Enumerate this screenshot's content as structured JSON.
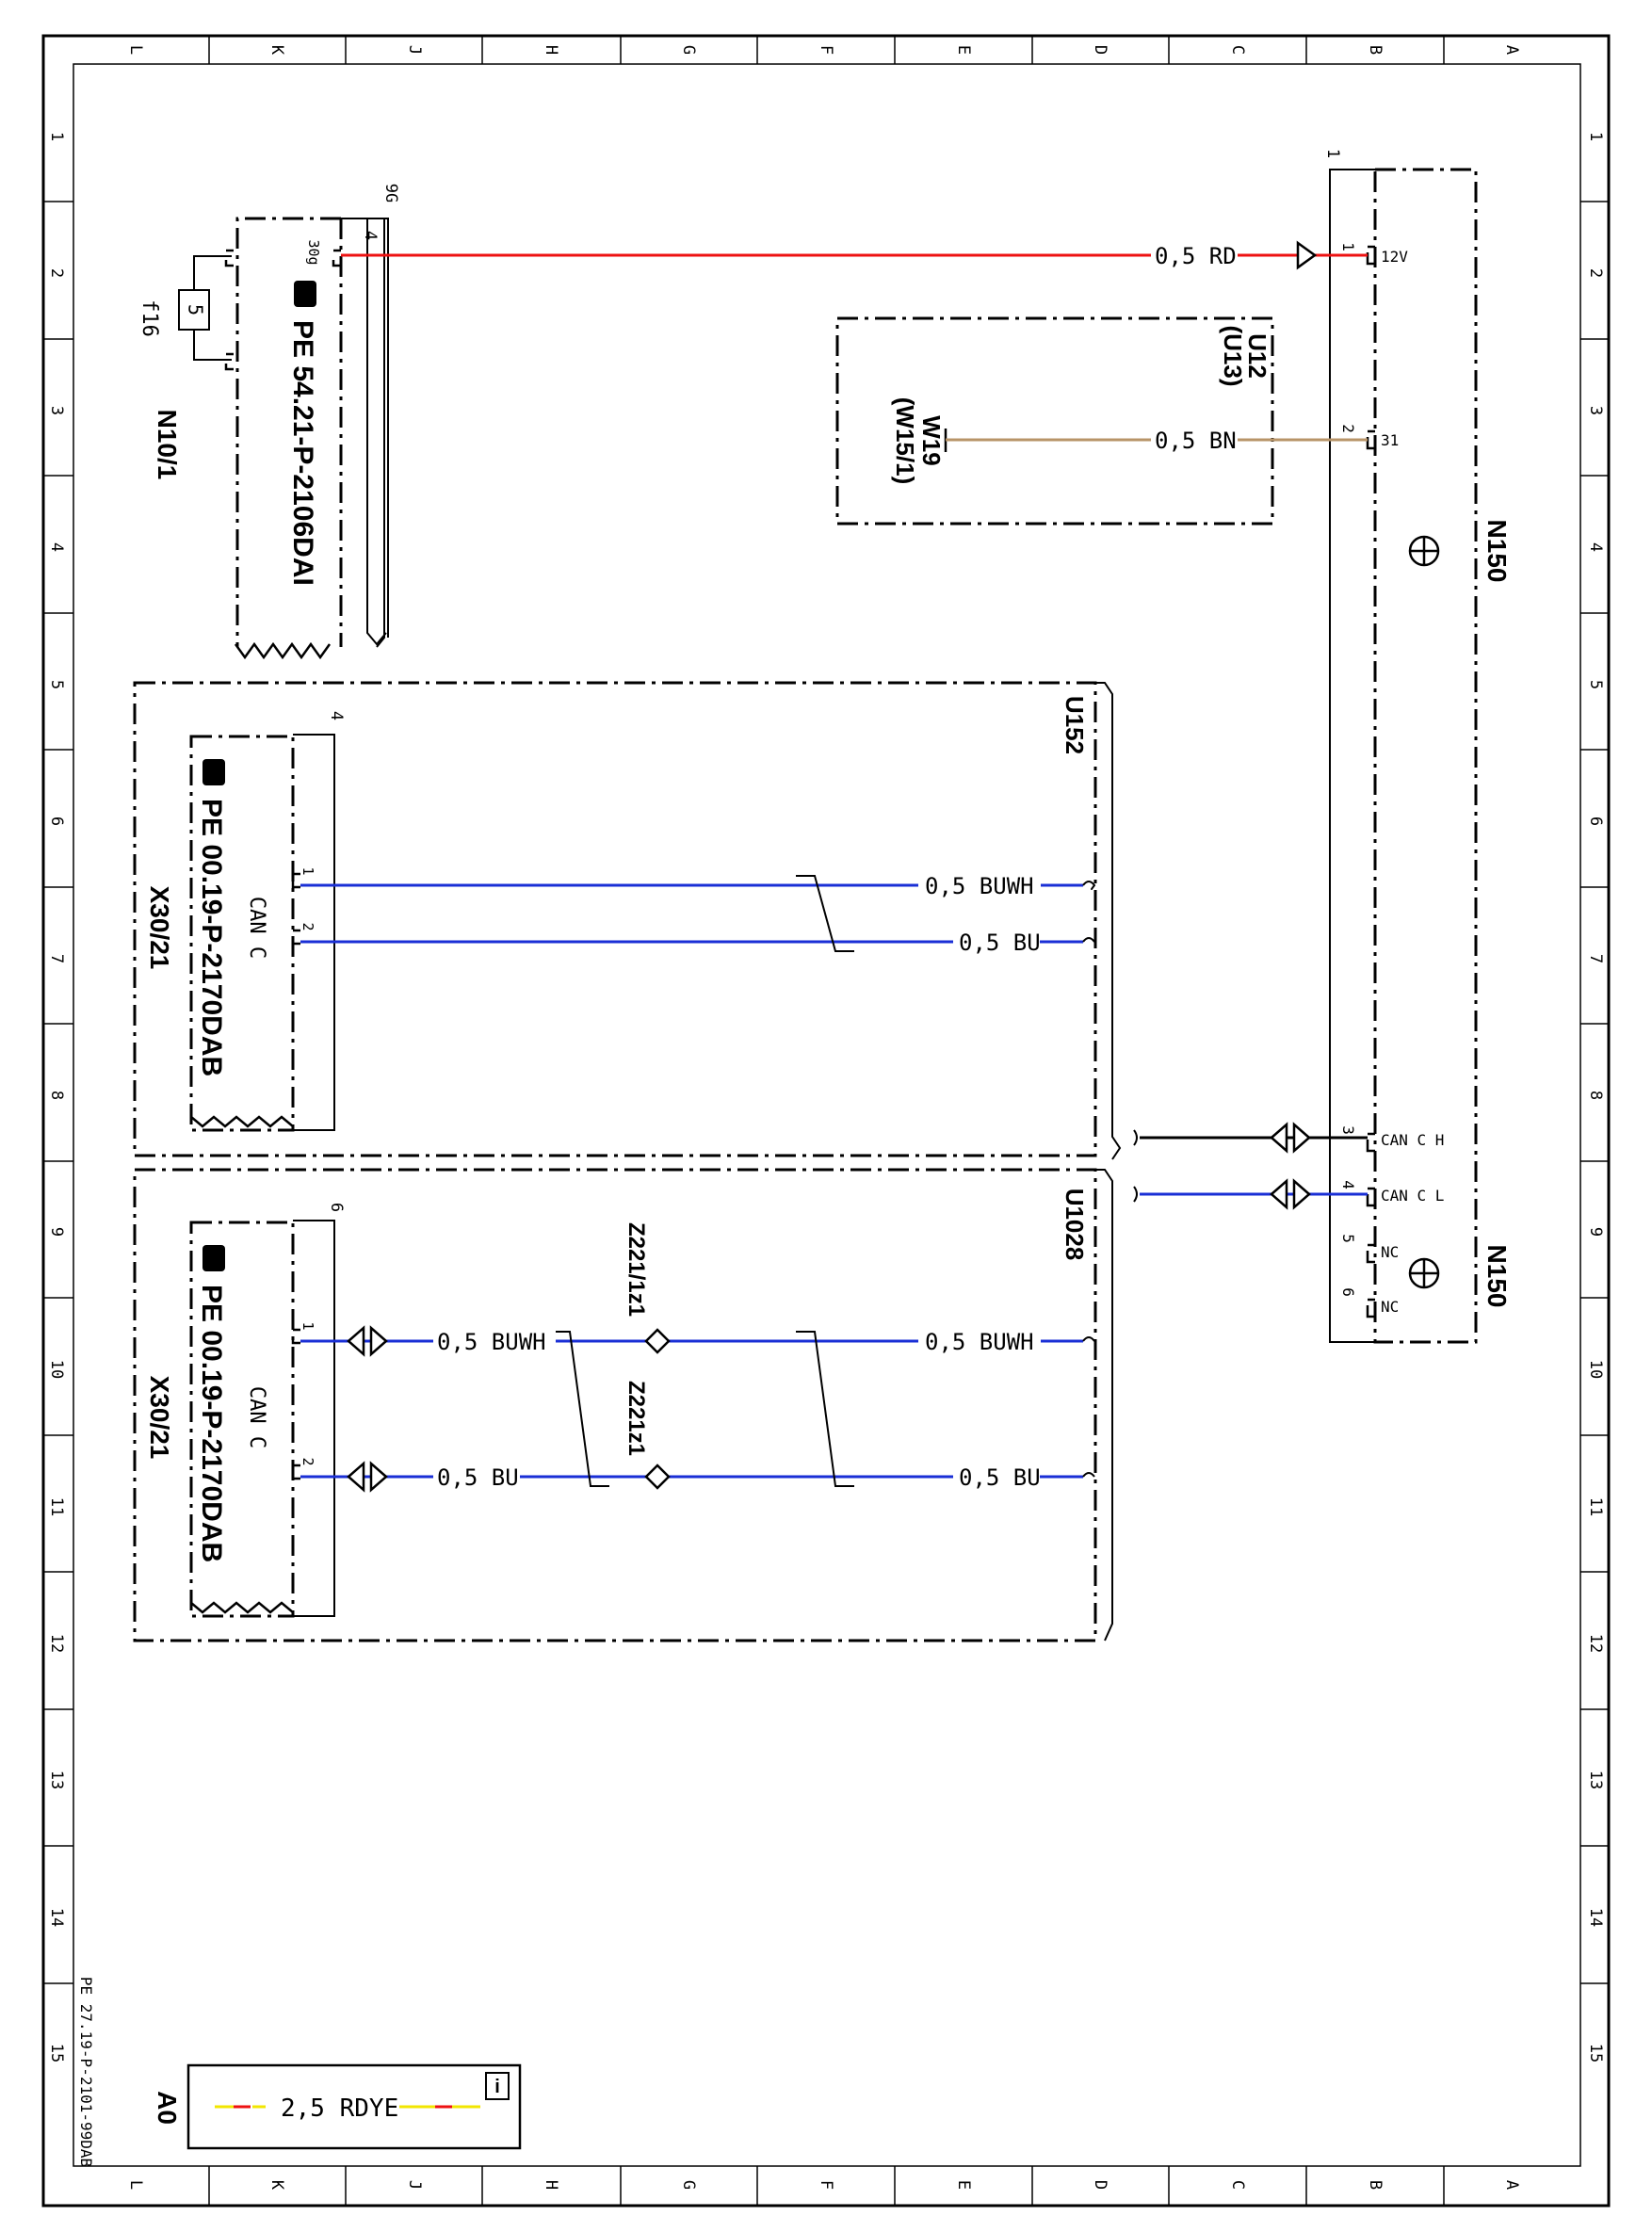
{
  "frame": {
    "column_letters": [
      "L",
      "K",
      "J",
      "H",
      "G",
      "F",
      "E",
      "D",
      "C",
      "B",
      "A"
    ],
    "row_numbers": [
      "1",
      "2",
      "3",
      "4",
      "5",
      "6",
      "7",
      "8",
      "9",
      "10",
      "11",
      "12",
      "13",
      "14",
      "15"
    ]
  },
  "modules": {
    "n150_top": "N150",
    "n150_bottom": "N150",
    "u12": "U12",
    "u13": "(U13)",
    "w19": "W19",
    "w15": "(W15/1)",
    "n10": "N10/1",
    "f16": "f16",
    "fuse_value": "5",
    "pe_n10": "PE 54.21-P-2106DAI",
    "u152": "U152",
    "u1028": "U1028",
    "x30_a": "X30/21",
    "x30_b": "X30/21",
    "pe_x30_a": "PE 00.19-P-2170DAB",
    "pe_x30_b": "PE 00.19-P-2170DAB",
    "can_a": "CAN C",
    "can_b": "CAN C",
    "z221_1": "Z221/1z1",
    "z221_2": "Z221z1"
  },
  "pins": {
    "n150": [
      {
        "num": "1",
        "label": "12V"
      },
      {
        "num": "2",
        "label": "31"
      },
      {
        "num": "3",
        "label": "CAN C H"
      },
      {
        "num": "4",
        "label": "CAN C L"
      },
      {
        "num": "5",
        "label": "NC"
      },
      {
        "num": "6",
        "label": "NC"
      }
    ],
    "n150_ref": "1",
    "n10_ref_a": "9G",
    "n10_ref_b": "4",
    "n10_pin": "30g",
    "x30_a_ref": "4",
    "x30_a_pins": [
      "1",
      "2"
    ],
    "x30_b_ref": "6",
    "x30_b_pins": [
      "1",
      "2"
    ]
  },
  "wires": {
    "rd": "0,5 RD",
    "bn": "0,5 BN",
    "u152_buwh": "0,5 BUWH",
    "u152_bu": "0,5 BU",
    "u1028_buwh_right": "0,5 BUWH",
    "u1028_bu_right": "0,5 BU",
    "u1028_buwh_left": "0,5 BUWH",
    "u1028_bu_left": "0,5 BU"
  },
  "colors": {
    "rd": "#ee1111",
    "bn": "#b89468",
    "bu": "#1a2fd6",
    "buwh": "#1a2fd6",
    "ye": "#f2e600"
  },
  "legend": {
    "tag": "A0",
    "wire": "2,5 RDYE"
  },
  "doc_ref": "PE 27.19-P-2101-99DAB"
}
